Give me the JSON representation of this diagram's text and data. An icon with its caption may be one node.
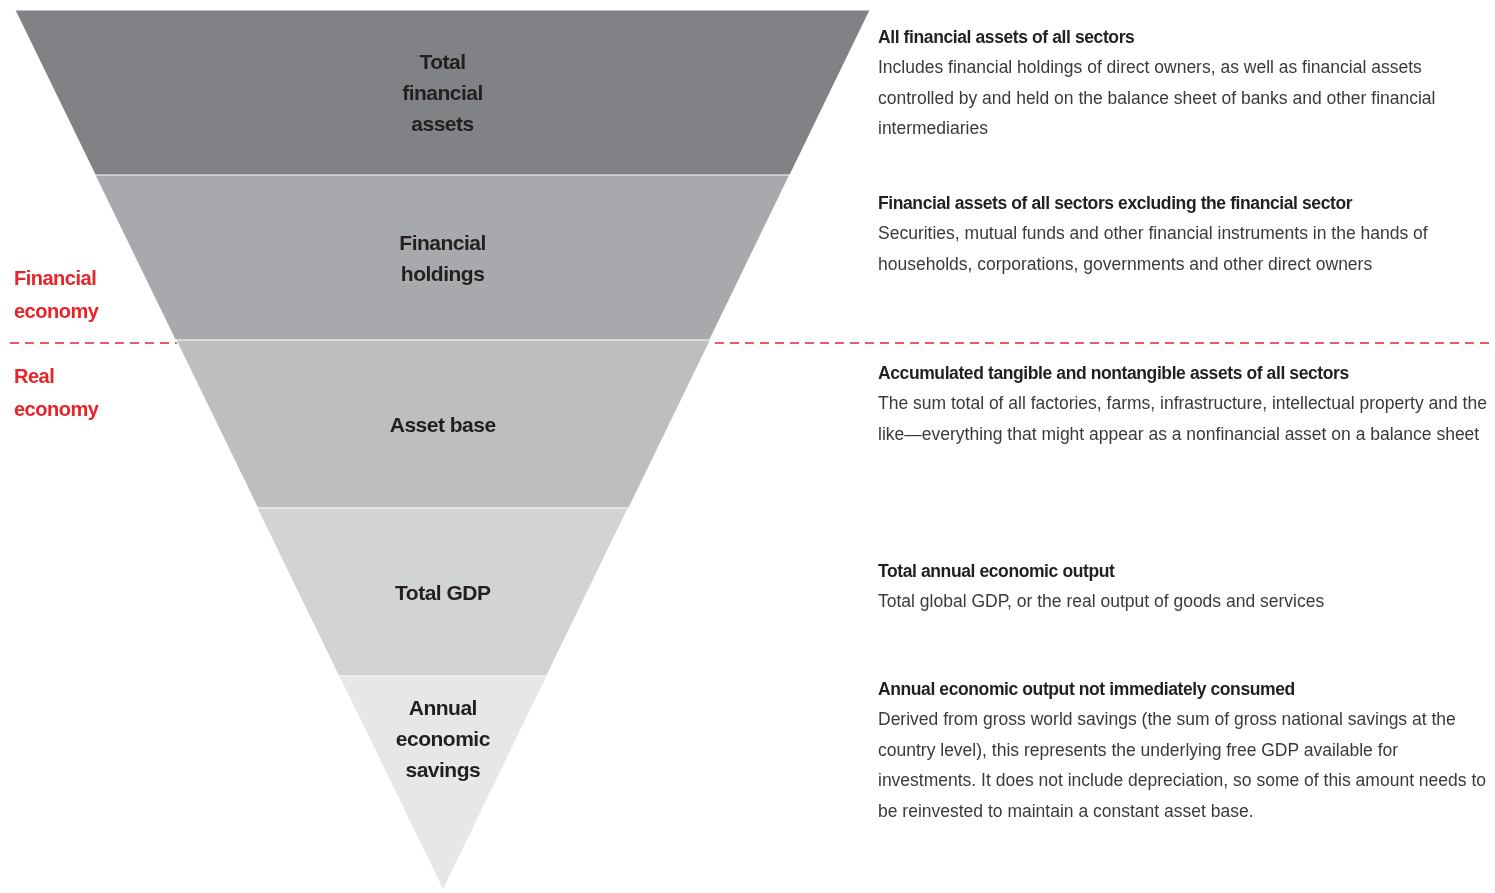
{
  "diagram": {
    "nodes": [
      {
        "text": [
          "Total financial assets"
        ],
        "beside": [
          "All financial assets of all sectors",
          "Includes financial holdings of direct owners, as well as financial assets controlled by and held on the balance sheet of banks and other financial intermediaries"
        ]
      },
      {
        "text": [
          "Financial holdings"
        ],
        "beside": [
          "Financial assets of all sectors excluding the financial sector",
          "Securities, mutual funds and other financial instruments in the hands of households, corporations, governments and other direct owners"
        ]
      },
      {
        "text": [
          "Asset base"
        ],
        "beside": [
          "Accumulated tangible and nontangible assets of all sectors",
          "The sum total of all factories, farms, infrastructure, intellectual property and the like—everything that might appear as a nonfinancial asset on a balance sheet"
        ]
      },
      {
        "text": [
          "Total GDP"
        ],
        "beside": [
          "Total annual economic output",
          "Total global GDP, or the real output of goods and services"
        ]
      },
      {
        "text": [
          "Annual economic savings"
        ],
        "beside": [
          "Annual economic output not immediately consumed",
          "Derived from gross world savings (the sum of gross national savings at the country level), this represents the underlying free GDP available for investments. It does not include depreciation, so some of this amount needs to be reinvested to maintain a constant asset base."
        ]
      }
    ],
    "labels": [
      "Financial economy",
      "Real economy"
    ]
  }
}
